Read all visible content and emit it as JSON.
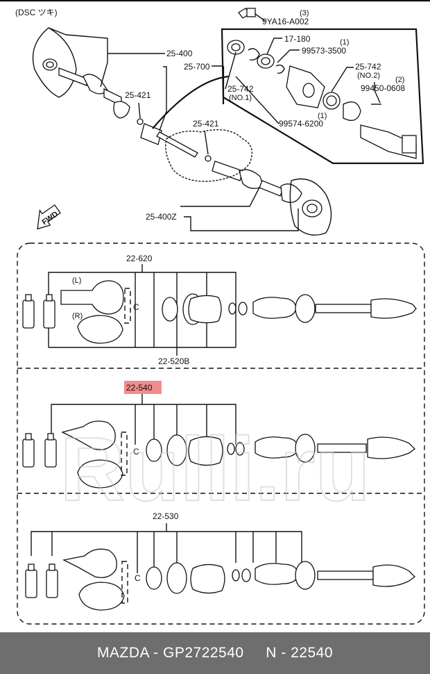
{
  "header_note": "(DSC ツキ)",
  "top_labels": {
    "bolt_part": "9YA16-A002",
    "bolt_qty": "(3)",
    "shaft_assy": "25-400",
    "kit": "25-700",
    "boot_inner": "25-421",
    "boot_outer": "25-421",
    "seal_no1": "25-742",
    "seal_no1_note": "(NO.1)",
    "bearing": "17-180",
    "bearing_qty": "(1)",
    "clip": "99573-3500",
    "seal_no2": "25-742",
    "seal_no2_note": "(NO.2)",
    "bolt2_qty": "(2)",
    "bolt2": "99450-0608",
    "snap_qty": "(1)",
    "snap": "99574-6200",
    "shaft_z": "25-400Z",
    "fwd": "FWD"
  },
  "section1": {
    "title": "22-620",
    "bottom": "22-520B",
    "left_tag": "(L)",
    "right_tag": "(R)"
  },
  "section2": {
    "title": "22-540",
    "highlight_color": "#f28b8b"
  },
  "section3": {
    "title": "22-530"
  },
  "watermark": "Rulli.ru",
  "footer": "MAZDA - GP2722540     N - 22540"
}
